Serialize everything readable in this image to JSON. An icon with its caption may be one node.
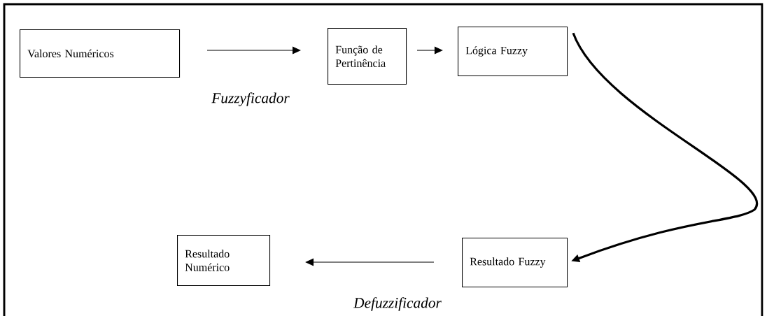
{
  "diagram": {
    "nodes": [
      {
        "text": [
          "Valores Numéricos"
        ]
      },
      {
        "text": [
          "Função de Pertinência"
        ]
      },
      {
        "text": [
          "Lógica Fuzzy"
        ]
      },
      {
        "text": [
          "Resultado Fuzzy"
        ]
      },
      {
        "text": [
          "Resultado Numérico"
        ]
      }
    ],
    "edges": [
      {
        "from": 0,
        "to": 1,
        "arrow": "to"
      },
      {
        "from": 1,
        "to": 2,
        "arrow": "to"
      },
      {
        "from": 2,
        "to": 3,
        "arrow": "to",
        "style": "thick"
      },
      {
        "from": 3,
        "to": 4,
        "arrow": "to"
      }
    ],
    "labels": [
      "Fuzzyficador",
      "Defuzzificador"
    ]
  }
}
